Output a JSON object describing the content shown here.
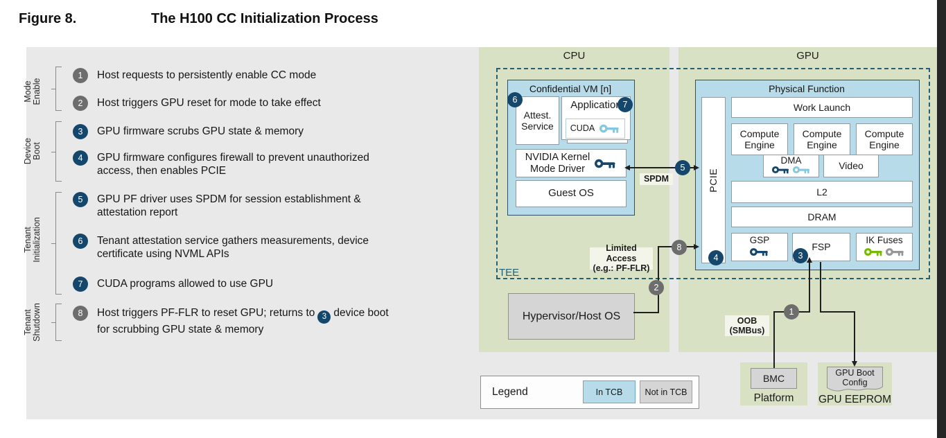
{
  "figure": {
    "label": "Figure 8.",
    "title": "The H100 CC Initialization Process"
  },
  "groups": [
    {
      "label": "Mode\nEnable"
    },
    {
      "label": "Device\nBoot"
    },
    {
      "label": "Tenant\nInitialization"
    },
    {
      "label": "Tenant\nShutdown"
    }
  ],
  "steps": [
    {
      "num": "1",
      "color": "gray",
      "text": "Host requests to persistently enable CC mode"
    },
    {
      "num": "2",
      "color": "gray",
      "text": "Host triggers GPU reset for mode to take effect"
    },
    {
      "num": "3",
      "color": "navy",
      "text": "GPU firmware scrubs GPU state & memory"
    },
    {
      "num": "4",
      "color": "navy",
      "text": "GPU firmware configures firewall to prevent unauthorized\naccess, then enables PCIE"
    },
    {
      "num": "5",
      "color": "navy",
      "text": "GPU PF driver uses SPDM for session establishment &\nattestation report"
    },
    {
      "num": "6",
      "color": "navy",
      "text": "Tenant attestation service gathers measurements, device\ncertificate using NVML APIs"
    },
    {
      "num": "7",
      "color": "navy",
      "text": "CUDA programs allowed to use GPU"
    },
    {
      "num": "8",
      "color": "gray",
      "text_pre": "Host triggers PF-FLR to reset GPU; returns to",
      "inline_ref": "3",
      "text_post": "device boot\nfor scrubbing GPU state & memory"
    }
  ],
  "diagram": {
    "cpu": {
      "title": "CPU",
      "tee_label": "TEE",
      "vm_title": "Confidential VM [n]",
      "attest_service": "Attest.\nService",
      "application": "Application",
      "cuda": "CUDA",
      "kernel_mode_driver": "NVIDIA Kernel\nMode Driver",
      "guest_os": "Guest OS",
      "hypervisor": "Hypervisor/Host OS"
    },
    "gpu": {
      "title": "GPU",
      "pf_title": "Physical Function",
      "pcie": "PCIE",
      "work_launch": "Work Launch",
      "compute_engines": [
        "Compute\nEngine",
        "Compute\nEngine",
        "Compute\nEngine"
      ],
      "dma": "DMA",
      "video": "Video",
      "l2": "L2",
      "dram": "DRAM",
      "gsp": "GSP",
      "fsp": "FSP",
      "ik_fuses": "IK Fuses"
    },
    "labels": {
      "spdm": "SPDM",
      "limited_access": "Limited Access\n(e.g.: PF-FLR)",
      "oob": "OOB\n(SMBus)"
    },
    "platform": {
      "label": "Platform",
      "bmc": "BMC"
    },
    "eeprom": {
      "label": "GPU EEPROM",
      "boot_config": "GPU Boot\nConfig"
    },
    "legend": {
      "label": "Legend",
      "in_tcb": "In TCB",
      "not_in_tcb": "Not in TCB"
    }
  },
  "colors": {
    "navy": "#15466b",
    "circle-gray": "#6d6d6d",
    "panel-green": "#d8e1c3",
    "tcb-blue": "#b7dbe9",
    "box-border-blue": "#2c5164",
    "teal": "#255f72",
    "key-lightblue": "#85c8de",
    "key-green": "#76b900",
    "key-gray": "#969696",
    "not-tcb-gray": "#d5d5d5",
    "label-bg": "#f3f5ea",
    "fig-bg": "#e9e9e9",
    "dark-band": "#262626"
  }
}
